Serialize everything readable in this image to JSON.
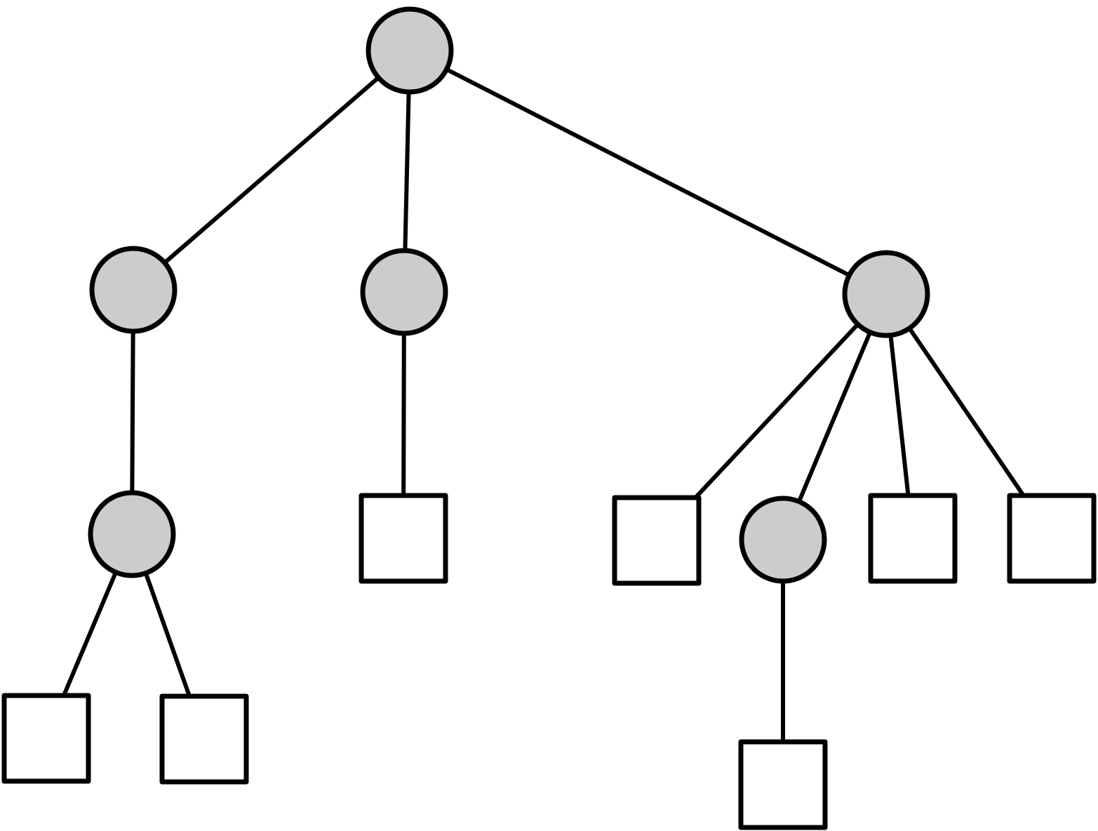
{
  "diagram": {
    "type": "tree",
    "colors": {
      "internal_node_fill": "#cccccc",
      "leaf_node_fill": "#ffffff",
      "stroke": "#000000",
      "background": "#ffffff"
    },
    "nodes": [
      {
        "id": "root",
        "shape": "circle"
      },
      {
        "id": "a",
        "shape": "circle"
      },
      {
        "id": "b",
        "shape": "circle"
      },
      {
        "id": "c",
        "shape": "circle"
      },
      {
        "id": "a1",
        "shape": "circle"
      },
      {
        "id": "a1-leaf-1",
        "shape": "square"
      },
      {
        "id": "a1-leaf-2",
        "shape": "square"
      },
      {
        "id": "b-leaf-1",
        "shape": "square"
      },
      {
        "id": "c-leaf-1",
        "shape": "square"
      },
      {
        "id": "c2",
        "shape": "circle"
      },
      {
        "id": "c-leaf-3",
        "shape": "square"
      },
      {
        "id": "c-leaf-4",
        "shape": "square"
      },
      {
        "id": "c2-leaf-1",
        "shape": "square"
      }
    ],
    "edges": [
      {
        "from": "root",
        "to": "a"
      },
      {
        "from": "root",
        "to": "b"
      },
      {
        "from": "root",
        "to": "c"
      },
      {
        "from": "a",
        "to": "a1"
      },
      {
        "from": "a1",
        "to": "a1-leaf-1"
      },
      {
        "from": "a1",
        "to": "a1-leaf-2"
      },
      {
        "from": "b",
        "to": "b-leaf-1"
      },
      {
        "from": "c",
        "to": "c-leaf-1"
      },
      {
        "from": "c",
        "to": "c2"
      },
      {
        "from": "c",
        "to": "c-leaf-3"
      },
      {
        "from": "c",
        "to": "c-leaf-4"
      },
      {
        "from": "c2",
        "to": "c2-leaf-1"
      }
    ]
  }
}
